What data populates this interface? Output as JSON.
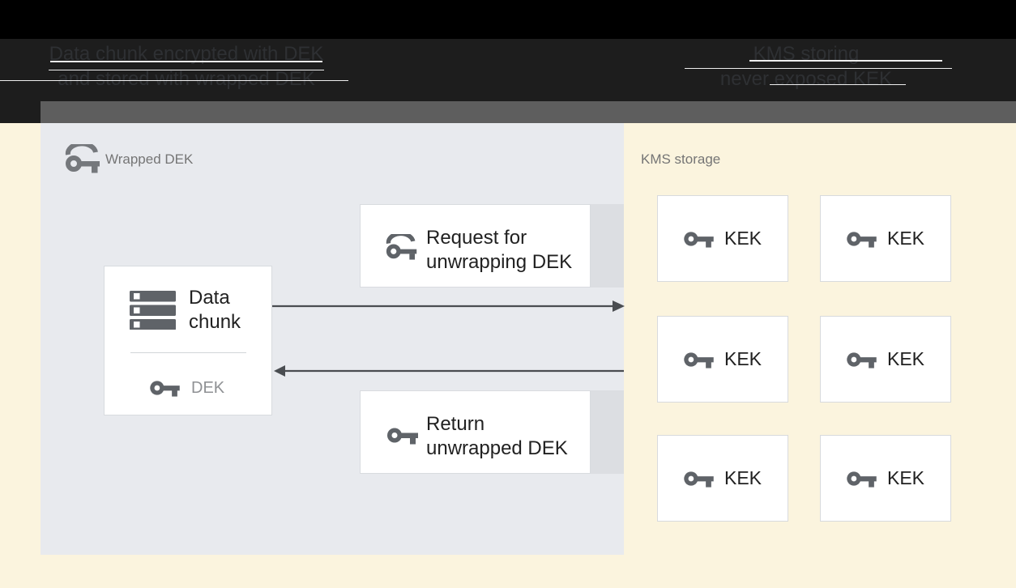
{
  "header": {
    "left_caption": {
      "line1": "Data chunk encrypted with DEK",
      "line2": "and stored with wrapped DEK"
    },
    "right_caption": {
      "line1": "KMS storing",
      "line2": "never exposed KEK"
    }
  },
  "left_panel": {
    "label": "Wrapped DEK",
    "data_chunk_box": {
      "title_line1": "Data",
      "title_line2": "chunk",
      "key_label": "DEK"
    },
    "request_box": {
      "line1": "Request for",
      "line2": "unwrapping DEK"
    },
    "return_box": {
      "line1": "Return",
      "line2": "unwrapped DEK"
    }
  },
  "right_panel": {
    "label": "KMS storage",
    "kek_boxes": [
      {
        "label": "KEK"
      },
      {
        "label": "KEK"
      },
      {
        "label": "KEK"
      },
      {
        "label": "KEK"
      },
      {
        "label": "KEK"
      },
      {
        "label": "KEK"
      }
    ]
  },
  "icons": {
    "wrapped_key": "wrapped-key-icon",
    "solid_key": "key-icon",
    "data_chunk": "storage-stack-icon"
  },
  "colors": {
    "page_background": "#fbf4de",
    "header_background": "#000000",
    "header_text": "#2e3033",
    "gray_band": "#5e5e5e",
    "left_panel_background": "#e8eaee",
    "box_background": "#ffffff",
    "box_border": "#d8dbdf",
    "box_tail": "#dcdee2",
    "icon_gray": "#5f6368",
    "label_gray": "#757575",
    "text_dark": "#212121",
    "dek_label_gray": "#8f9194",
    "arrow": "#4a4d51"
  }
}
